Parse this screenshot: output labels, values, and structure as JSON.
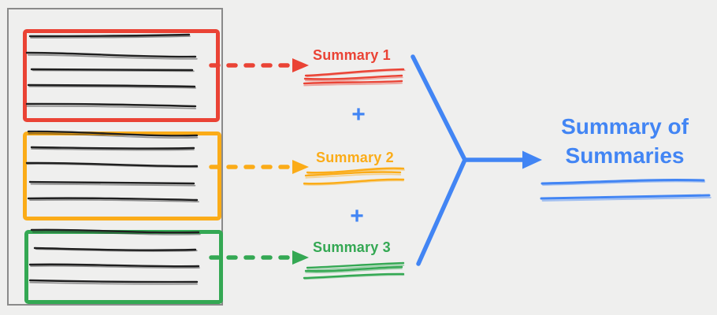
{
  "diagram": {
    "background_color": "#efefee",
    "document": {
      "frame_color": "#8a8a8a",
      "text_ink_color": "#1f1f1f",
      "chunks": [
        {
          "label": "Summary 1",
          "color": "#ea4335",
          "text_line_count": 5
        },
        {
          "label": "Summary 2",
          "color": "#fbac18",
          "text_line_count": 5
        },
        {
          "label": "Summary 3",
          "color": "#34a853",
          "text_line_count": 4
        }
      ]
    },
    "plus_operator": "+",
    "output": {
      "title": "Summary of Summaries",
      "color": "#4285f4"
    }
  }
}
